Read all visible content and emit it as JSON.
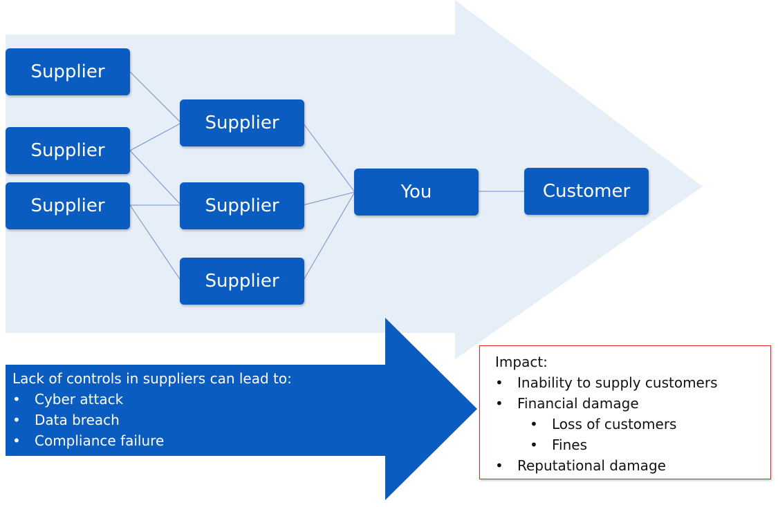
{
  "diagram": {
    "nodes": {
      "supplier_t2_1": "Supplier",
      "supplier_t2_2": "Supplier",
      "supplier_t2_3": "Supplier",
      "supplier_t1_1": "Supplier",
      "supplier_t1_2": "Supplier",
      "supplier_t1_3": "Supplier",
      "you": "You",
      "customer": "Customer"
    },
    "edges": [
      [
        "supplier_t2_1",
        "supplier_t1_1"
      ],
      [
        "supplier_t2_2",
        "supplier_t1_1"
      ],
      [
        "supplier_t2_2",
        "supplier_t1_2"
      ],
      [
        "supplier_t2_3",
        "supplier_t1_2"
      ],
      [
        "supplier_t2_3",
        "supplier_t1_3"
      ],
      [
        "supplier_t1_1",
        "you"
      ],
      [
        "supplier_t1_2",
        "you"
      ],
      [
        "supplier_t1_3",
        "you"
      ],
      [
        "you",
        "customer"
      ]
    ]
  },
  "risk": {
    "heading": "Lack of controls in suppliers can lead to:",
    "items": [
      "Cyber attack",
      "Data breach",
      "Compliance failure"
    ]
  },
  "impact": {
    "heading": "Impact:",
    "items": [
      "Inability to supply customers",
      "Financial damage",
      "Reputational damage"
    ],
    "financial_subitems": [
      "Loss of customers",
      "Fines"
    ]
  },
  "colors": {
    "node_fill": "#0b5cc0",
    "big_arrow_fill": "#e6eef8",
    "risk_arrow_fill": "#0b5cc0",
    "impact_border": "#d9242a",
    "connector": "#6d8fce"
  }
}
